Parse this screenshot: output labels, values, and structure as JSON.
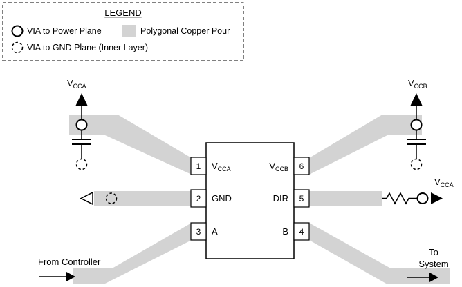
{
  "legend": {
    "title": "LEGEND",
    "item_power_via": "VIA to Power Plane",
    "item_pour": "Polygonal Copper Pour",
    "item_gnd_via": "VIA to GND Plane (Inner Layer)"
  },
  "ic": {
    "pin1": {
      "num": "1",
      "label": "V",
      "sub": "CCA"
    },
    "pin2": {
      "num": "2",
      "label": "GND"
    },
    "pin3": {
      "num": "3",
      "label": "A"
    },
    "pin4": {
      "num": "4",
      "label": "B"
    },
    "pin5": {
      "num": "5",
      "label": "DIR"
    },
    "pin6": {
      "num": "6",
      "label": "V",
      "sub": "CCB"
    }
  },
  "labels": {
    "vcca_supply": {
      "main": "V",
      "sub": "CCA"
    },
    "vccb_supply": {
      "main": "V",
      "sub": "CCB"
    },
    "dir_pullup": {
      "main": "V",
      "sub": "CCA"
    },
    "from_controller": "From Controller",
    "to_system_line1": "To",
    "to_system_line2": "System"
  },
  "colors": {
    "pour": "#d3d3d3",
    "line": "#000000",
    "background": "#ffffff"
  }
}
